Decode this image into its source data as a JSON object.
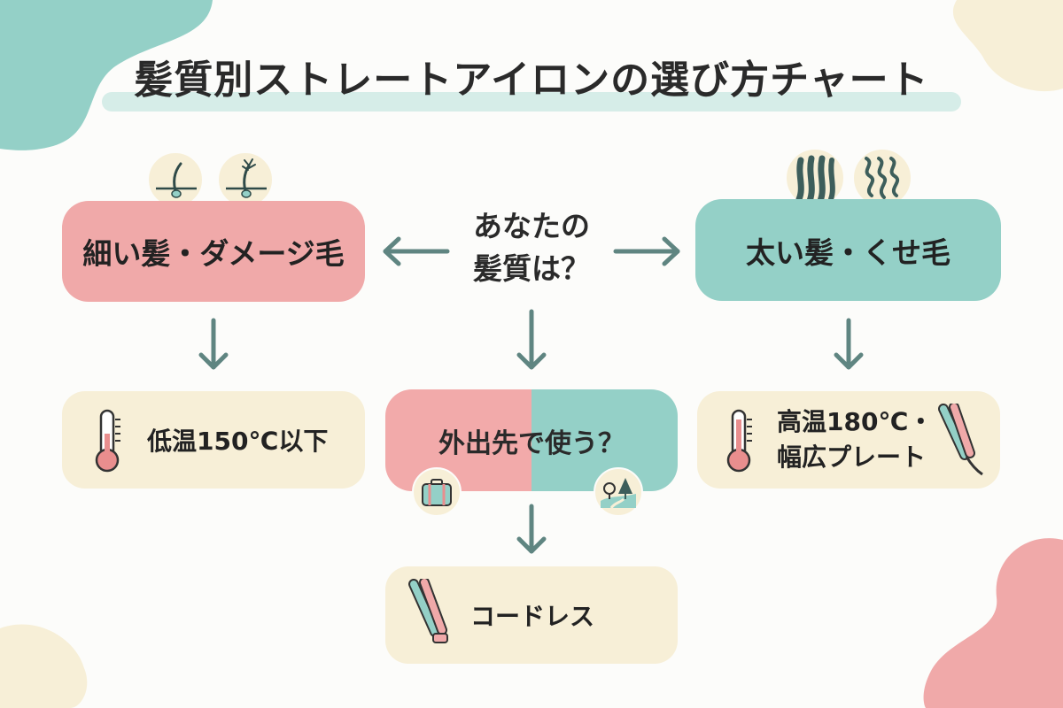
{
  "title": "髪質別ストレートアイロンの選び方チャート",
  "center_question": [
    "あなたの",
    "髪質は？"
  ],
  "left_type": "細い髪・ダメージ毛",
  "right_type": "太い髪・くせ毛",
  "left_result": "低温150℃以下",
  "right_result": [
    "高温180℃・",
    "幅広プレート"
  ],
  "middle_question": "外出先で使う？",
  "bottom_result": "コードレス",
  "colors": {
    "pink": "#f0a9a9",
    "teal": "#94d0c7",
    "cream": "#f7efd7",
    "arrow": "#5f8581",
    "title_highlight": "#d6ede8"
  },
  "icons": {
    "thin_hair": [
      "hair-follicle-thin-icon",
      "hair-follicle-damaged-icon"
    ],
    "thick_hair": [
      "straight-thick-hair-icon",
      "curly-hair-icon"
    ],
    "low_temp": "thermometer-icon",
    "high_temp": [
      "thermometer-icon",
      "flat-iron-icon"
    ],
    "travel": [
      "suitcase-icon",
      "outdoor-landscape-icon"
    ],
    "cordless": "flat-iron-icon"
  }
}
